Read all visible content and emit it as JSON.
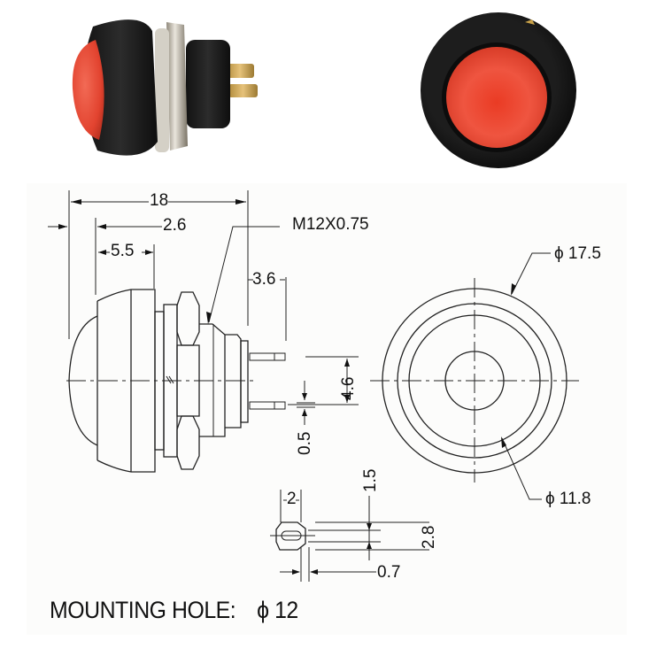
{
  "photos": {
    "side_view": {
      "subject": "pushbutton-switch-side",
      "cap_color": "#e8402f",
      "body_color": "#1b1b1b",
      "nut_color": "#b9b3a6",
      "terminal_color": "#c9a24a"
    },
    "front_view": {
      "subject": "pushbutton-switch-front",
      "cap_color": "#ea4530",
      "body_color": "#1b1b1b"
    }
  },
  "drawing": {
    "side_dimensions": {
      "overall_length": "18",
      "cap_offset": "2.6",
      "cap_height": "5.5",
      "terminal_length": "3.6",
      "thread_spec": "M12X0.75",
      "terminal_spacing": "4.6",
      "terminal_thickness": "0.5"
    },
    "front_dimensions": {
      "outer_diameter": "ϕ 17.5",
      "inner_diameter": "ϕ 11.8"
    },
    "terminal_detail": {
      "width": "2",
      "slot_height": "1.5",
      "height": "2.8",
      "thickness": "0.7"
    },
    "note": {
      "label": "MOUNTING HOLE:",
      "value": "ϕ 12"
    }
  }
}
